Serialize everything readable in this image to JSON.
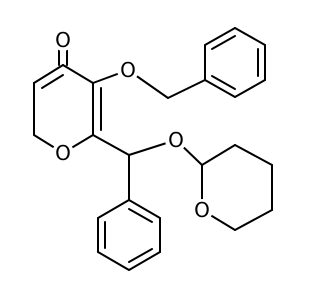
{
  "molecule": {
    "atom_labels": {
      "carbonyl_oxygen": "O",
      "ether_oxygen_benzyloxy": "O",
      "ring_oxygen_pyranone": "O",
      "ether_oxygen_acetal": "O",
      "ring_oxygen_oxane": "O"
    },
    "colors": {
      "bond": "#000000",
      "background": "#ffffff"
    }
  }
}
